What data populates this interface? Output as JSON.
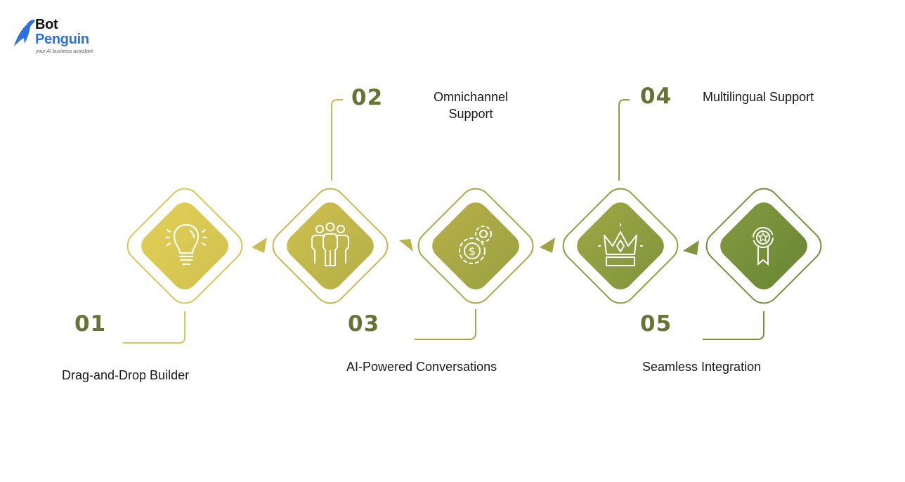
{
  "brand": {
    "name_line1": "Bot",
    "name_line2": "Penguin",
    "tagline": "your AI business assistant",
    "colors": {
      "primary": "#2f6fe0",
      "dark": "#111111"
    }
  },
  "steps": [
    {
      "number": "01",
      "label": "Drag-and-Drop Builder",
      "icon": "lightbulb-icon",
      "fill": "#dcc84f",
      "line": "#d4c458"
    },
    {
      "number": "02",
      "label_line1": "Omnichannel",
      "label_line2": "Support",
      "icon": "team-icon",
      "fill": "#c2b84a",
      "line": "#c3b955"
    },
    {
      "number": "03",
      "label": "AI-Powered Conversations",
      "icon": "gear-dollar-icon",
      "fill": "#aaa944",
      "line": "#a8a94a"
    },
    {
      "number": "04",
      "label": "Multilingual Support",
      "icon": "crown-icon",
      "fill": "#8f9f40",
      "line": "#8f9e42"
    },
    {
      "number": "05",
      "label": "Seamless Integration",
      "icon": "award-medal-icon",
      "fill": "#75903a",
      "line": "#76903c"
    }
  ],
  "colors": {
    "number": "#657434",
    "text": "#1a1a1a"
  }
}
